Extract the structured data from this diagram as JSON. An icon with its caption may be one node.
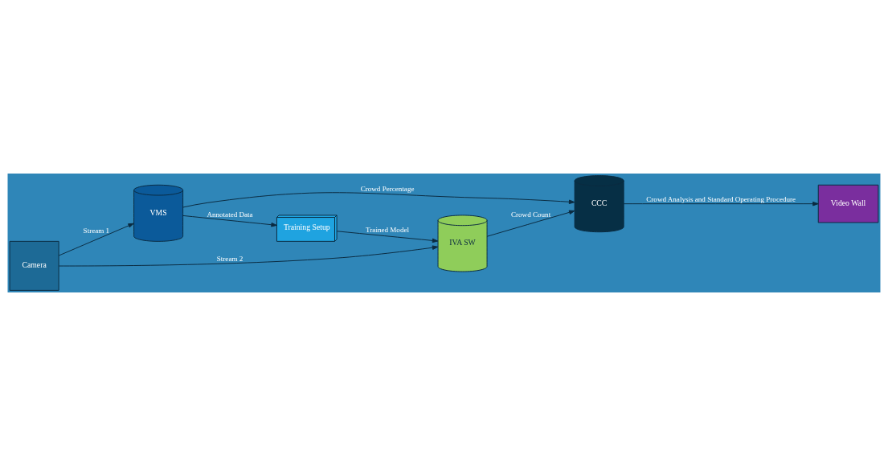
{
  "diagram": {
    "nodes": [
      {
        "text": [
          "Camera"
        ]
      },
      {
        "text": [
          "VMS"
        ]
      },
      {
        "text": [
          "Training Setup"
        ]
      },
      {
        "text": [
          "IVA SW"
        ]
      },
      {
        "text": [
          "CCC"
        ]
      },
      {
        "text": [
          "Video Wall"
        ]
      }
    ],
    "edges": [
      {
        "from": 0,
        "to": 1,
        "arrow": "to",
        "label": "Stream 1"
      },
      {
        "from": 0,
        "to": 3,
        "arrow": "to",
        "label": "Stream 2"
      },
      {
        "from": 1,
        "to": 2,
        "arrow": "to",
        "label": "Annotated Data"
      },
      {
        "from": 2,
        "to": 3,
        "arrow": "to",
        "label": "Trained Model"
      },
      {
        "from": 1,
        "to": 4,
        "arrow": "to",
        "label": "Crowd Percentage"
      },
      {
        "from": 3,
        "to": 4,
        "arrow": "to",
        "label": "Crowd Count"
      },
      {
        "from": 4,
        "to": 5,
        "arrow": "to",
        "label": "Crowd Analysis and Standard Operating Procedure"
      }
    ]
  }
}
